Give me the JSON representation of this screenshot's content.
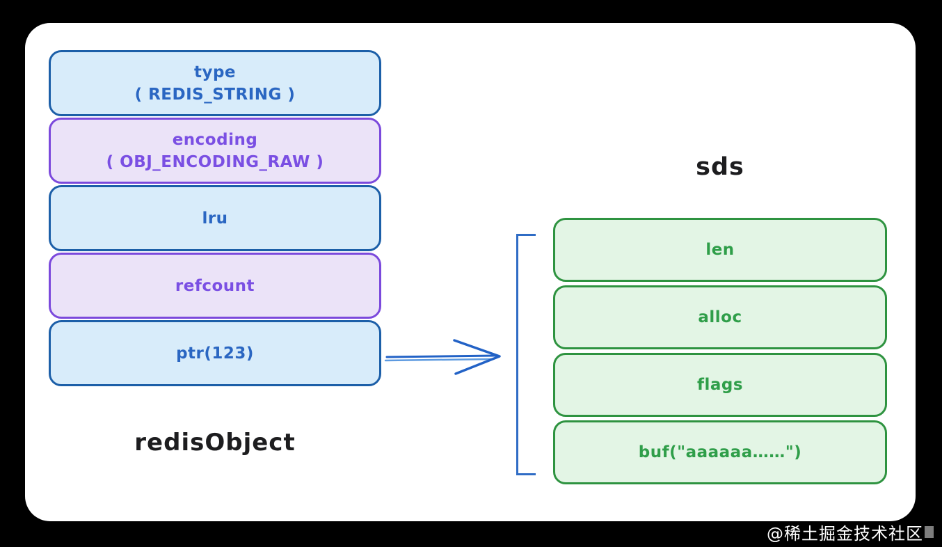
{
  "redis_object": {
    "label": "redisObject",
    "fields": [
      {
        "line1": "type",
        "line2": "( REDIS_STRING )",
        "theme": "blue"
      },
      {
        "line1": "encoding",
        "line2": "( OBJ_ENCODING_RAW )",
        "theme": "purple"
      },
      {
        "line1": "lru",
        "theme": "blue"
      },
      {
        "line1": "refcount",
        "theme": "purple"
      },
      {
        "line1": "ptr(123)",
        "theme": "blue"
      }
    ]
  },
  "sds": {
    "label": "sds",
    "fields": [
      {
        "label": "len"
      },
      {
        "label": "alloc"
      },
      {
        "label": "flags"
      },
      {
        "label": "buf(\"aaaaaa……\")"
      }
    ]
  },
  "watermark": "@稀土掘金技术社区",
  "colors": {
    "background": "#000000",
    "card": "#ffffff",
    "blue_border": "#1c5fa8",
    "blue_fill": "#d8ecfa",
    "blue_text": "#2a66c2",
    "purple_border": "#7b49dc",
    "purple_fill": "#ebe3f8",
    "purple_text": "#7a4fe3",
    "green_border": "#2e9340",
    "green_fill": "#e3f5e5",
    "green_text": "#2f9e49",
    "arrow": "#2262c6",
    "bracket": "#2f6cc5",
    "title_text": "#1d1d1f",
    "watermark_text": "#ffffff"
  }
}
